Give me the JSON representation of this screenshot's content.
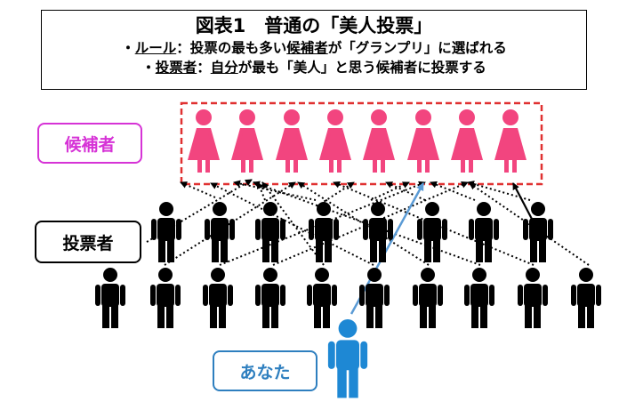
{
  "title": {
    "main": "図表1　普通の「美人投票」",
    "rule_term": "ルール",
    "rule_sep": "：投票の最も多い",
    "rule_term2": "候補者",
    "rule_rest": "が「グランプリ」に選ばれる",
    "voter_term": "投票者",
    "voter_sep": "：",
    "voter_term2": "自分",
    "voter_rest": "が最も「美人」と思う候補者に投票する"
  },
  "labels": {
    "candidates": "候補者",
    "voters": "投票者",
    "you": "あなた"
  },
  "colors": {
    "candidate": "#f2457f",
    "candidate_box": "#e03131",
    "candidate_label": "#d633d6",
    "voter": "#000000",
    "you": "#1e88d4",
    "you_label": "#2e7fbf"
  }
}
